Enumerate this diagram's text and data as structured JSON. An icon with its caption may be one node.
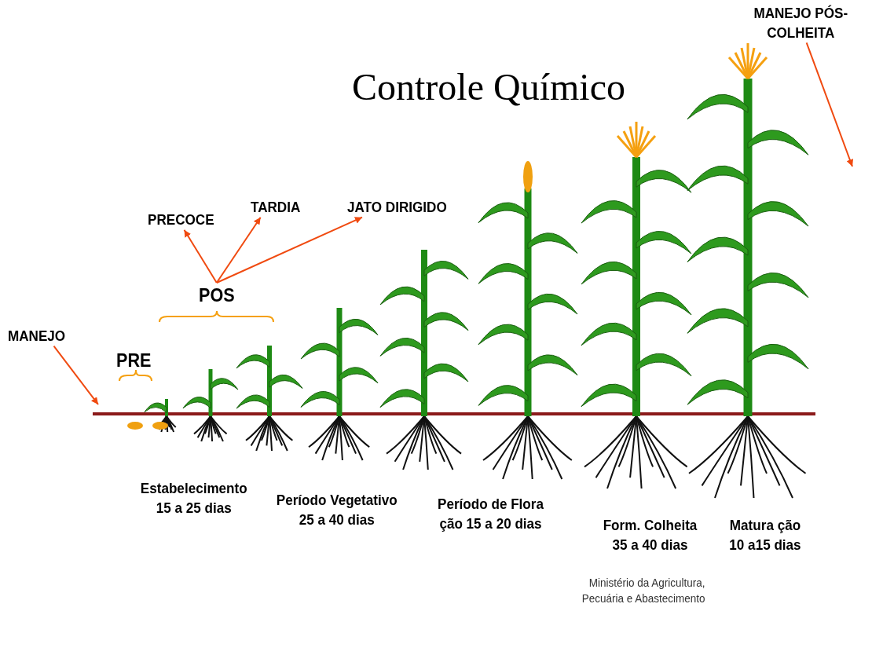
{
  "diagram": {
    "title": "Controle Químico",
    "nodes": [
      {
        "text": [
          "MANEJO"
        ]
      },
      {
        "text": [
          "POS"
        ]
      },
      {
        "text": [
          "PRECOCE"
        ]
      },
      {
        "text": [
          "TARDIA"
        ]
      },
      {
        "text": [
          "JATO DIRIGIDO"
        ]
      },
      {
        "text": [
          "MANEJO PÓS-COLHEITA"
        ]
      }
    ],
    "edges": [
      {
        "from": 0,
        "to": null,
        "arrow": "to"
      },
      {
        "from": 1,
        "to": 2,
        "arrow": "to"
      },
      {
        "from": 1,
        "to": 3,
        "arrow": "to"
      },
      {
        "from": 1,
        "to": 4,
        "arrow": "to"
      },
      {
        "from": 5,
        "to": null,
        "arrow": "to"
      }
    ],
    "labels": [
      "PRE",
      "Estabelecimento 15 a 25 dias",
      "Período Vegetativo 25 a 40 dias",
      "Período de Flora ção 15 a 20 dias",
      "Form. Colheita 35 a 40 dias",
      "Matura ção 10 a15 dias",
      "Ministério da Agricultura, Pecuária e Abastecimento"
    ]
  }
}
